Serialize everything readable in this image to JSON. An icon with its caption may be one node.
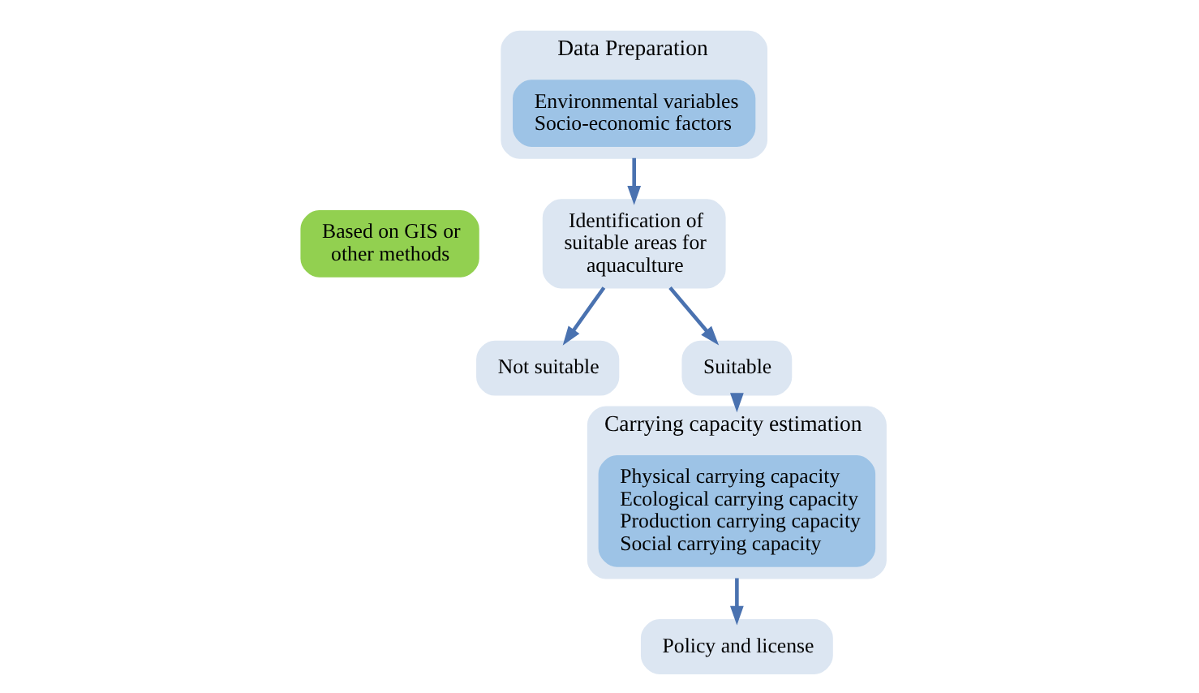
{
  "diagram": {
    "nodes": [
      {
        "text": [
          "Data Preparation"
        ]
      },
      {
        "text": [
          "Environmental variables",
          "Socio-economic factors"
        ],
        "in": 0
      },
      {
        "text": [
          "Based on GIS or other methods"
        ]
      },
      {
        "text": [
          "Identification of suitable areas for aquaculture"
        ]
      },
      {
        "text": [
          "Not suitable"
        ]
      },
      {
        "text": [
          "Suitable"
        ]
      },
      {
        "text": [
          "Carrying capacity estimation"
        ]
      },
      {
        "text": [
          "Physical carrying capacity",
          "Ecological carrying capacity",
          "Production carrying capacity",
          "Social carrying capacity"
        ],
        "in": 6
      },
      {
        "text": [
          "Policy and license"
        ]
      }
    ],
    "edges": [
      {
        "from": 0,
        "to": 3,
        "arrow": "to"
      },
      {
        "from": 3,
        "to": 4,
        "arrow": "to"
      },
      {
        "from": 3,
        "to": 5,
        "arrow": "to"
      },
      {
        "from": 5,
        "to": 6,
        "arrow": "to"
      },
      {
        "from": 6,
        "to": 8,
        "arrow": "to"
      }
    ]
  }
}
